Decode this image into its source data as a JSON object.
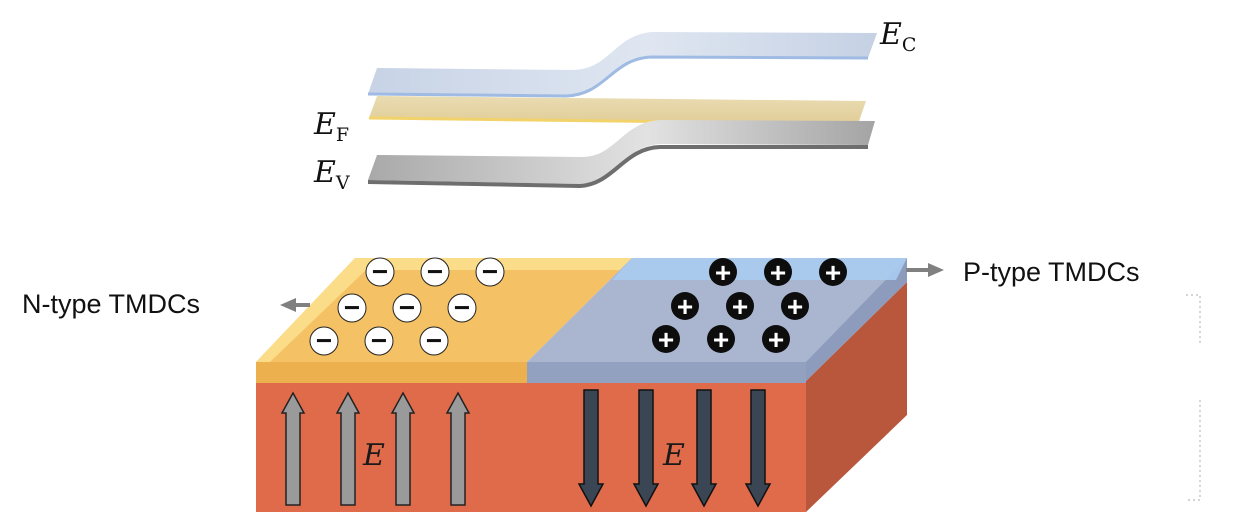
{
  "band_diagram": {
    "conduction_band": {
      "symbol": "E",
      "subscript": "C",
      "color": "#c9d7ea",
      "edge_color": "#9fbbe3"
    },
    "fermi_level": {
      "symbol": "E",
      "subscript": "F",
      "color": "#e8d7a6",
      "edge_color": "#f2d36b"
    },
    "valence_band": {
      "symbol": "E",
      "subscript": "V",
      "color": "#b8b8b8",
      "edge_color": "#6e6e6e"
    }
  },
  "device": {
    "n_region": {
      "label": "N-type TMDCs",
      "color": "#f5c165",
      "charge_sign": "−",
      "charge_count": 9
    },
    "p_region": {
      "label": "P-type TMDCs",
      "color": "#aab5cf",
      "charge_sign": "+",
      "charge_count": 9
    },
    "substrate": {
      "color": "#e06b4b",
      "side_color": "#b9573d"
    },
    "field_label_left": "E",
    "field_label_right": "E",
    "left_arrows": {
      "direction": "up",
      "count": 4,
      "color": "#9a9a9a"
    },
    "right_arrows": {
      "direction": "down",
      "count": 4,
      "color": "#3b4654"
    }
  }
}
